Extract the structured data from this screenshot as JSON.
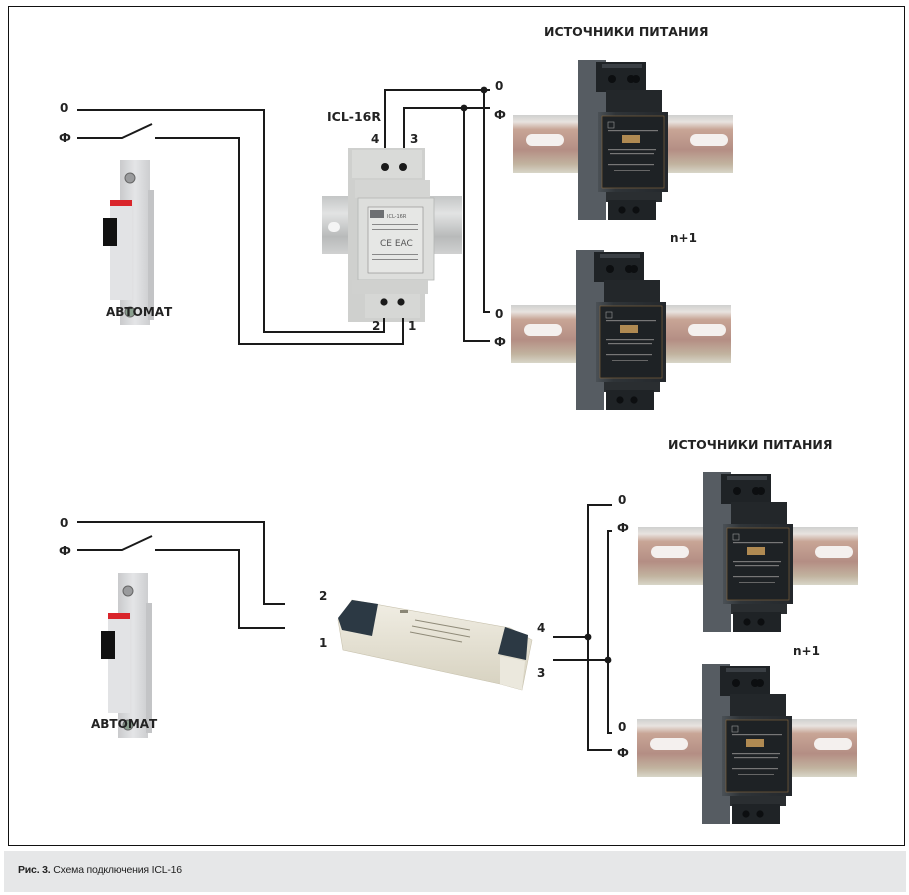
{
  "figure": {
    "caption_prefix": "Рис. 3.",
    "caption_text": " Схема подключения ICL-16"
  },
  "top_scheme": {
    "breaker_label": "АВТОМАТ",
    "input_neutral_label": "0",
    "input_phase_label": "Ф",
    "device_label": "ICL-16R",
    "terminal_labels": {
      "t1": "1",
      "t2": "2",
      "t3": "3",
      "t4": "4"
    },
    "psu_group_title": "ИСТОЧНИКИ ПИТАНИЯ",
    "redundancy_label": "n+1",
    "psu1": {
      "neutral_label": "0",
      "phase_label": "Ф"
    },
    "psu2": {
      "neutral_label": "0",
      "phase_label": "Ф"
    }
  },
  "bottom_scheme": {
    "breaker_label": "АВТОМАТ",
    "input_neutral_label": "0",
    "input_phase_label": "Ф",
    "terminal_labels": {
      "t1": "1",
      "t2": "2",
      "t3": "3",
      "t4": "4"
    },
    "psu_group_title": "ИСТОЧНИКИ ПИТАНИЯ",
    "redundancy_label": "n+1",
    "psu1": {
      "neutral_label": "0",
      "phase_label": "Ф"
    },
    "psu2": {
      "neutral_label": "0",
      "phase_label": "Ф"
    }
  },
  "colors": {
    "wire": "#1a1a1a",
    "caption_bg": "#e6e7e8",
    "psu_body": "#2e3236",
    "din_rail": "#b99a8a",
    "breaker_body": "#dcdddf",
    "breaker_accent": "#d9252b",
    "icl_body": "#d8d9d6",
    "driver_body": "#e4e0d2",
    "driver_cap": "#2c3944"
  }
}
